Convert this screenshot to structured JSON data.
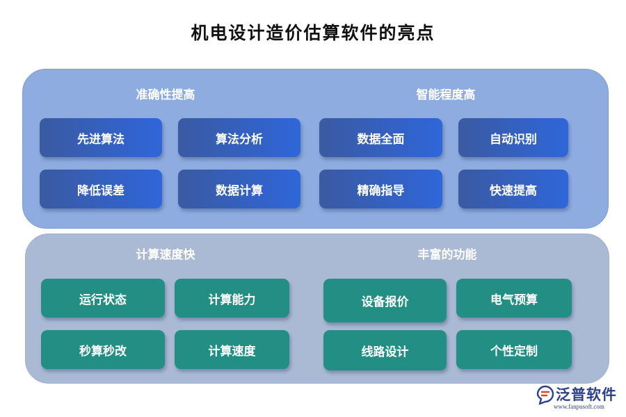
{
  "title": "机电设计造价估算软件的亮点",
  "sections": {
    "accuracy": {
      "title": "准确性提高",
      "items": [
        "先进算法",
        "算法分析",
        "降低误差",
        "数据计算"
      ]
    },
    "intelligence": {
      "title": "智能程度高",
      "items": [
        "数据全面",
        "自动识别",
        "精确指导",
        "快速提高"
      ]
    },
    "speed": {
      "title": "计算速度快",
      "items": [
        "运行状态",
        "计算能力",
        "秒算秒改",
        "计算速度"
      ]
    },
    "features": {
      "title": "丰富的功能",
      "items": [
        "设备报价",
        "电气预算",
        "线路设计",
        "个性定制"
      ]
    }
  },
  "logo": {
    "name": "泛普软件",
    "url": "www.fanpusoft.com"
  },
  "colors": {
    "top_panel": "#8eacdf",
    "bottom_panel": "#aab9d4",
    "blue_button_start": "#3a5aa2",
    "blue_button_end": "#2f66d9",
    "teal_button": "#238f84",
    "logo": "#2b3f8e"
  }
}
